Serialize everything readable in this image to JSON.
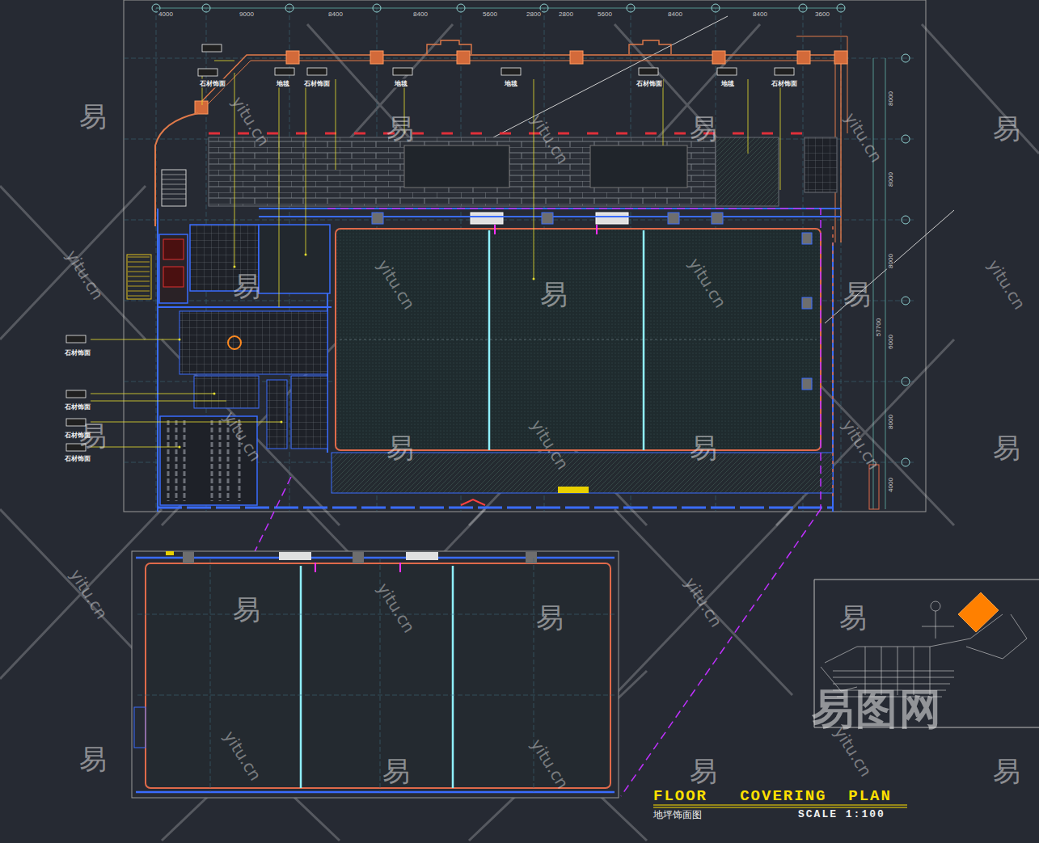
{
  "diagram": {
    "title": "FLOOR   COVERING  PLAN",
    "labels": [
      "4000",
      "9000",
      "8400",
      "8400",
      "5600",
      "2800",
      "2800",
      "5600",
      "8400",
      "8400",
      "3600",
      "8000",
      "8000",
      "8000",
      "6000",
      "8000",
      "4000",
      "57700",
      "石材饰面",
      "地毯",
      "石材饰面",
      "地毯",
      "地毯",
      "石材饰面",
      "地毯",
      "石材饰面",
      "石材饰面",
      "石材饰面",
      "石材饰面",
      "石材饰面",
      "地坪饰面图",
      "SCALE 1:100",
      "易",
      "易",
      "易",
      "易",
      "易",
      "易",
      "易",
      "易",
      "易",
      "易",
      "易",
      "易",
      "易",
      "易",
      "易",
      "易",
      "易",
      "易",
      "yitu.cn",
      "yitu.cn",
      "yitu.cn",
      "yitu.cn",
      "yitu.cn",
      "yitu.cn",
      "yitu.cn",
      "yitu.cn",
      "yitu.cn",
      "yitu.cn",
      "yitu.cn",
      "yitu.cn",
      "yitu.cn",
      "yitu.cn",
      "yitu.cn",
      "yitu.cn",
      "易图网"
    ]
  }
}
